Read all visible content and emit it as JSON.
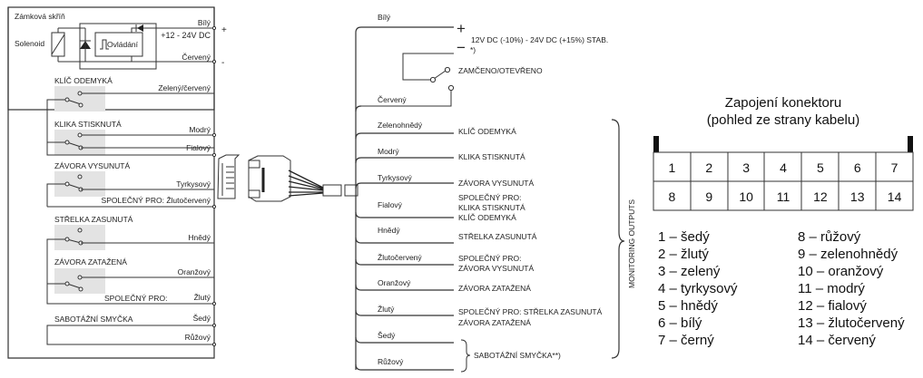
{
  "lock_box": {
    "title": "Zámková skříň",
    "solenoid_label": "Solenoid",
    "controller_label": "Ovládání",
    "supply_label": "+12 - 24V DC",
    "plus_sign": "+",
    "minus_sign": "-",
    "wires": {
      "white": "Bílý",
      "red": "Červený",
      "green_red": "Zelený/červený",
      "blue": "Modrý",
      "violet": "Fialový",
      "turquoise": "Tyrkysový",
      "common_yellow_red": "SPOLEČNÝ PRO: Žlutočervený",
      "brown": "Hnědý",
      "orange": "Oranžový",
      "common_prefix": "SPOLEČNÝ PRO:",
      "yellow": "Žlutý",
      "grey": "Šedý",
      "pink": "Růžový"
    },
    "switches": [
      "KLÍČ ODEMYKÁ",
      "KLIKA STISKNUTÁ",
      "ZÁVORA VYSUNUTÁ",
      "STŘELKA ZASUNUTÁ",
      "ZÁVORA ZATAŽENÁ",
      "SABOTÁŽNÍ SMYČKA"
    ]
  },
  "cable": {
    "top_wire": "Bílý",
    "plus": "+",
    "minus": "−",
    "supply_text": "12V DC (-10%) - 24V DC (+15%) STAB.",
    "footnote": "*)",
    "lock_state": "ZAMČENO/OTEVŘENO",
    "red_wire": "Červený",
    "outputs": [
      {
        "wire": "Zelenohnědý",
        "function": [
          "KLÍČ ODEMYKÁ"
        ]
      },
      {
        "wire": "Modrý",
        "function": [
          "KLIKA STISKNUTÁ"
        ]
      },
      {
        "wire": "Tyrkysový",
        "function": [
          "ZÁVORA VYSUNUTÁ"
        ]
      },
      {
        "wire": "Fialový",
        "function": [
          "SPOLEČNÝ PRO:",
          "KLIKA STISKNUTÁ",
          "KLÍČ ODEMYKÁ"
        ]
      },
      {
        "wire": "Hnědý",
        "function": [
          "STŘELKA ZASUNUTÁ"
        ]
      },
      {
        "wire": "Žlutočervený",
        "function": [
          "SPOLEČNÝ PRO:",
          "ZÁVORA VYSUNUTÁ"
        ]
      },
      {
        "wire": "Oranžový",
        "function": [
          "ZÁVORA ZATAŽENÁ"
        ]
      },
      {
        "wire": "Žlutý",
        "function": [
          "SPOLEČNÝ PRO: STŘELKA ZASUNUTÁ",
          "ZÁVORA ZATAŽENÁ"
        ]
      },
      {
        "wire": "Šedý",
        "function": []
      },
      {
        "wire": "Růžový",
        "function": []
      }
    ],
    "tamper_label": "SABOTÁŽNÍ SMYČKA**)",
    "monitoring_label": "MONITORING OUTPUTS"
  },
  "connector": {
    "title_line1": "Zapojení konektoru",
    "title_line2": "(pohled ze strany kabelu)",
    "row1": [
      "1",
      "2",
      "3",
      "4",
      "5",
      "6",
      "7"
    ],
    "row2": [
      "8",
      "9",
      "10",
      "11",
      "12",
      "13",
      "14"
    ],
    "legend_left": [
      "1 – šedý",
      "2 – žlutý",
      "3 – zelený",
      "4 – tyrkysový",
      "5 – hnědý",
      "6 – bílý",
      "7 – černý"
    ],
    "legend_right": [
      "8 – růžový",
      "9 – zelenohnědý",
      "10 – oranžový",
      "11 – modrý",
      "12 – fialový",
      "13 – žlutočervený",
      "14 – červený"
    ]
  }
}
